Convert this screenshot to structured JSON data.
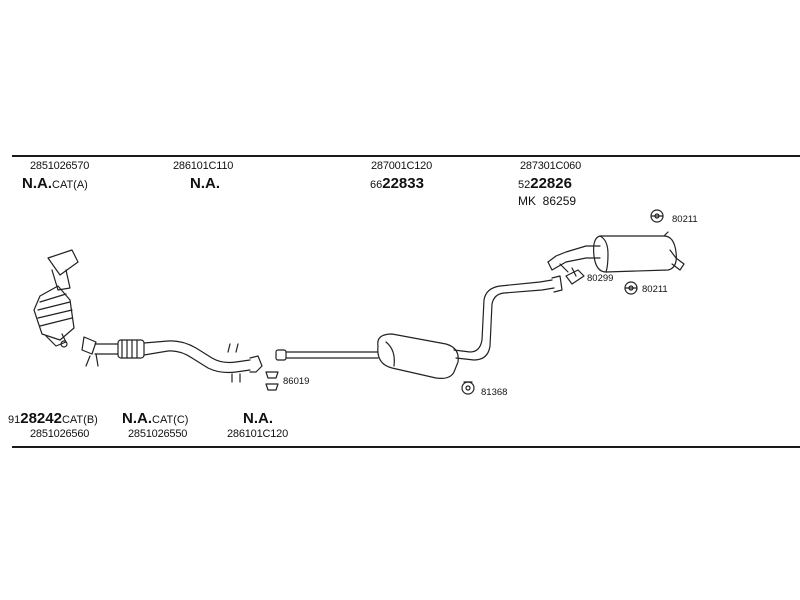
{
  "header_labels": [
    {
      "oe": "2851026570",
      "ref": "N.A.",
      "ref_suffix": "CAT(A)"
    },
    {
      "oe": "286101C110",
      "ref": "N.A.",
      "ref_suffix": ""
    },
    {
      "oe": "287001C120",
      "ref_prefix": "66",
      "ref": "22833"
    },
    {
      "oe": "287301C060",
      "ref_prefix": "52",
      "ref": "22826",
      "extra_prefix": "MK",
      "extra": "86259"
    }
  ],
  "footer_labels": [
    {
      "ref_prefix": "91",
      "ref": "28242",
      "ref_suffix": "CAT(B)",
      "oe": "2851026560"
    },
    {
      "ref": "N.A.",
      "ref_suffix": "CAT(C)",
      "oe": "2851026550"
    },
    {
      "ref": "N.A.",
      "ref_suffix": "",
      "oe": "286101C120"
    }
  ],
  "hardware_labels": {
    "hanger_86019": "86019",
    "hanger_81368": "81368",
    "hanger_80299": "80299",
    "hanger_80211_top": "80211",
    "hanger_80211_bottom": "80211"
  }
}
